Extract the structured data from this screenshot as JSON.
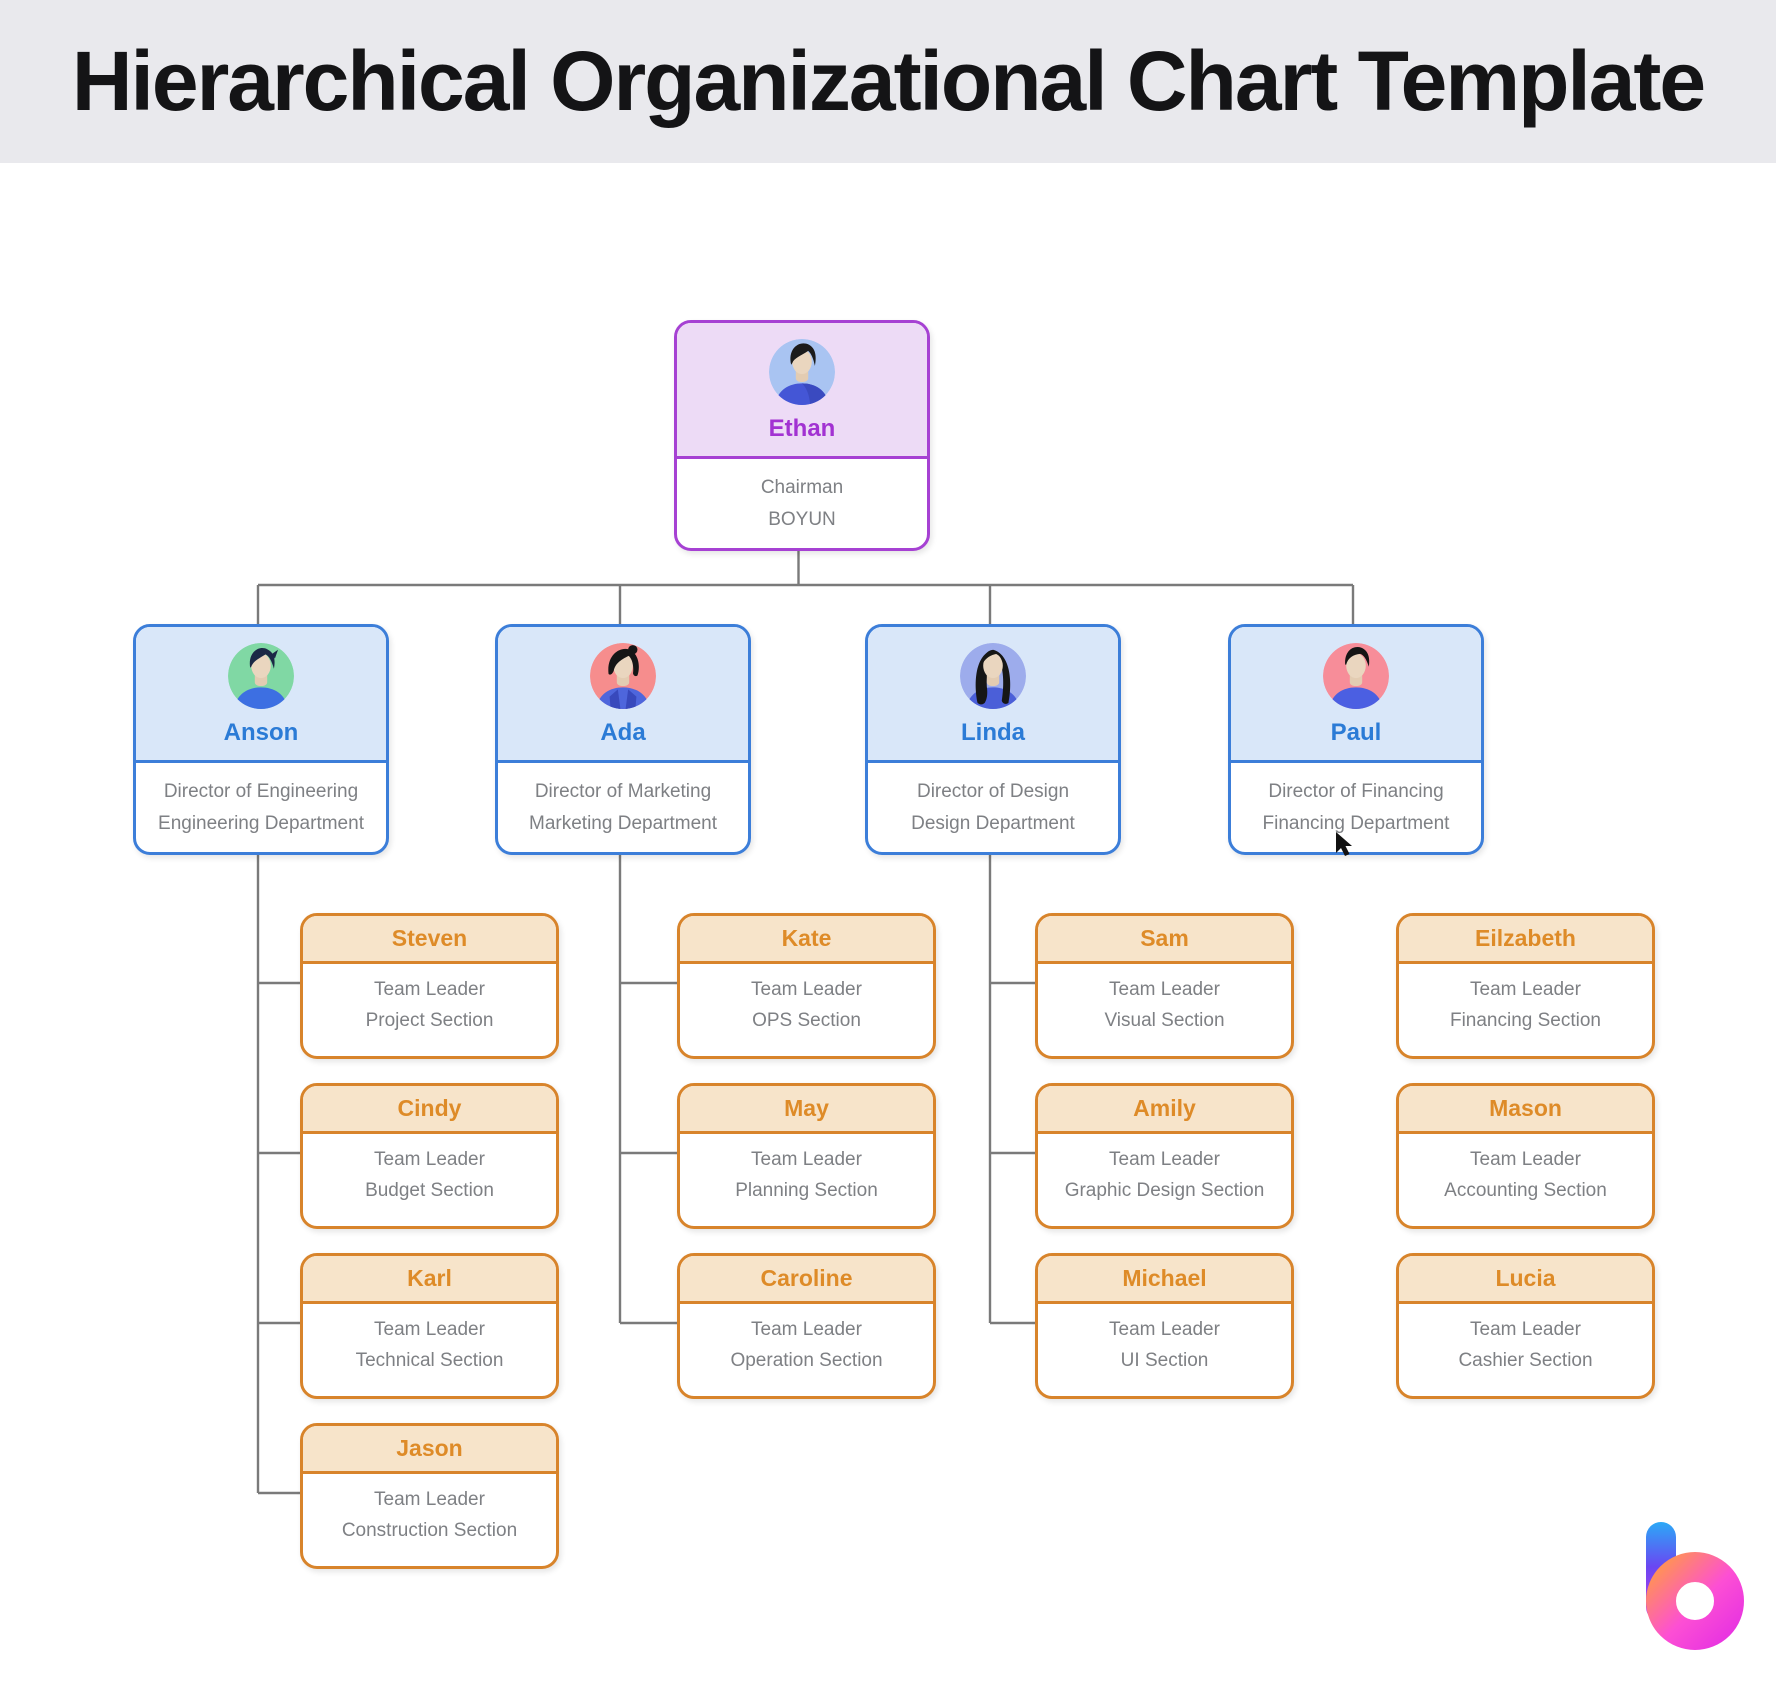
{
  "title": "Hierarchical Organizational Chart Template",
  "root": {
    "name": "Ethan",
    "role": "Chairman",
    "org": "BOYUN",
    "avatar": "#av-man-lightblue"
  },
  "directors": [
    {
      "name": "Anson",
      "role": "Director of Engineering",
      "org": "Engineering Department",
      "avatar": "#av-man-green"
    },
    {
      "name": "Ada",
      "role": "Director of Marketing",
      "org": "Marketing Department",
      "avatar": "#av-woman-salmon"
    },
    {
      "name": "Linda",
      "role": "Director of Design",
      "org": "Design Department",
      "avatar": "#av-woman-blue"
    },
    {
      "name": "Paul",
      "role": "Director of Financing",
      "org": "Financing Department",
      "avatar": "#av-man-pink"
    }
  ],
  "leaders": [
    {
      "name": "Steven",
      "role": "Team Leader",
      "org": "Project Section"
    },
    {
      "name": "Cindy",
      "role": "Team Leader",
      "org": "Budget Section"
    },
    {
      "name": "Karl",
      "role": "Team Leader",
      "org": "Technical Section"
    },
    {
      "name": "Jason",
      "role": "Team Leader",
      "org": "Construction Section"
    },
    {
      "name": "Kate",
      "role": "Team Leader",
      "org": "OPS Section"
    },
    {
      "name": "May",
      "role": "Team Leader",
      "org": "Planning Section"
    },
    {
      "name": "Caroline",
      "role": "Team Leader",
      "org": "Operation Section"
    },
    {
      "name": "Sam",
      "role": "Team Leader",
      "org": "Visual Section"
    },
    {
      "name": "Amily",
      "role": "Team Leader",
      "org": "Graphic Design Section"
    },
    {
      "name": "Michael",
      "role": "Team Leader",
      "org": "UI Section"
    },
    {
      "name": "Eilzabeth",
      "role": "Team Leader",
      "org": "Financing Section"
    },
    {
      "name": "Mason",
      "role": "Team Leader",
      "org": "Accounting Section"
    },
    {
      "name": "Lucia",
      "role": "Team Leader",
      "org": "Cashier Section"
    }
  ],
  "colors": {
    "accent_purple": "#A641D3",
    "accent_blue": "#3C7ED9",
    "accent_orange": "#D8842B",
    "connector": "#7A7A7A",
    "title_bar_bg": "#E9E9ED"
  },
  "logo": {
    "letter": "b"
  }
}
